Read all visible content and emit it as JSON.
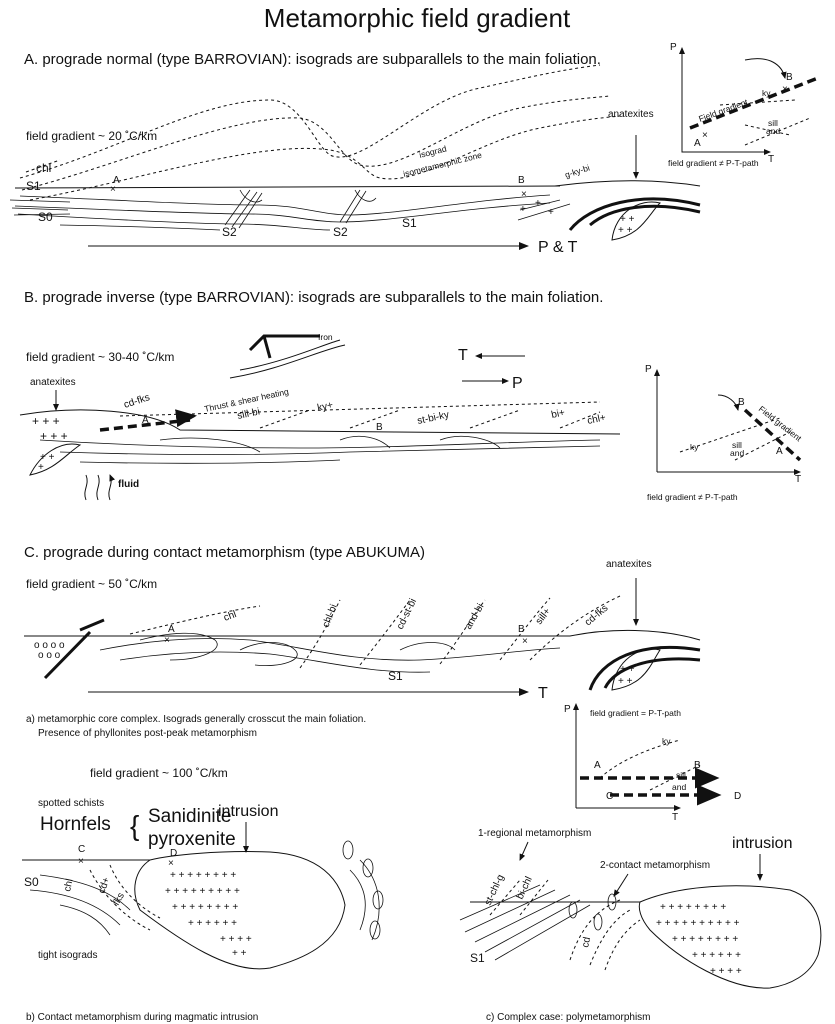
{
  "title": "Metamorphic field gradient",
  "section_a": {
    "heading": "A. prograde normal (type BARROVIAN): isograds are subparallels to the main foliation.",
    "gradient": "field gradient ~ 20 ˚C/km",
    "labels": {
      "chl": "chl",
      "s1_left": "S1",
      "s0": "S0",
      "a": "A",
      "s2_left": "S2",
      "s2_mid": "S2",
      "s1_mid": "S1",
      "isograd": "isograd",
      "isomet": "isometamorphic zone",
      "b": "B",
      "gkybi": "g-ky-bi",
      "anatexites": "anatexites",
      "pt": "P & T"
    },
    "inset": {
      "p": "P",
      "t": "T",
      "a": "A",
      "b": "B",
      "field_gradient": "Field gradient",
      "ky": "ky",
      "sill": "sill",
      "and": "and",
      "caption": "field gradient ≠ P-T-path"
    }
  },
  "section_b": {
    "heading": "B. prograde inverse (type BARROVIAN): isograds are subparallels to the main foliation.",
    "gradient": "field gradient ~ 30-40 ˚C/km",
    "labels": {
      "iron": "Iron",
      "t": "T",
      "p": "P",
      "anatexites": "anatexites",
      "cdfks": "cd-fks",
      "a": "A",
      "thrust": "Thrust & shear heating",
      "sillbi": "sill-bi",
      "ky": "ky+",
      "b": "B",
      "stbiky": "st-bi-ky",
      "bi": "bi+",
      "chl": "chl+",
      "fluid": "fluid"
    },
    "inset": {
      "p": "P",
      "t": "T",
      "a": "A",
      "b": "B",
      "field_gradient": "Field gradient",
      "ky": "ky",
      "sill": "sill",
      "and": "and",
      "caption": "field gradient ≠ P-T-path"
    }
  },
  "section_c": {
    "heading": "C. prograde during contact metamorphism (type ABUKUMA)",
    "gradient": "field gradient ~ 50 ˚C/km",
    "labels": {
      "anatexites": "anatexites",
      "a": "A",
      "chl": "chl",
      "chlbi": "chl-bi",
      "cdstbi": "cd-st-bi",
      "andbi": "and-bi",
      "b": "B",
      "sill": "sill+",
      "cdfks": "cd-fks",
      "s1": "S1",
      "t": "T"
    },
    "note_a_line1": "a) metamorphic core complex. Isograds generally crosscut the main foliation.",
    "note_a_line2": "Presence of phyllonites post-peak metamorphism",
    "inset": {
      "p": "P",
      "t": "T",
      "caption": "field gradient = P-T-path",
      "a": "A",
      "b": "B",
      "c": "C",
      "d": "D",
      "ky": "ky",
      "sill": "sill",
      "and": "and"
    }
  },
  "section_b2": {
    "gradient": "field gradient ~ 100 ˚C/km",
    "spotted": "spotted schists",
    "hornfels": "Hornfels",
    "sanidinite": "Sanidinite",
    "pyroxenite": "pyroxenite",
    "intrusion": "intrusion",
    "labels": {
      "c": "C",
      "d": "D",
      "s0": "S0",
      "chl": "chl",
      "cd": "cd+",
      "fks": "fks"
    },
    "tight": "tight isograds",
    "caption": "b) Contact metamorphism during magmatic intrusion"
  },
  "section_c2": {
    "regional": "1-regional metamorphism",
    "contact": "2-contact metamorphism",
    "intrusion": "intrusion",
    "labels": {
      "stchlg": "st-chl-g",
      "bichl": "bi-chl",
      "s1": "S1",
      "cd": "cd"
    },
    "caption": "c) Complex case: polymetamorphism"
  }
}
